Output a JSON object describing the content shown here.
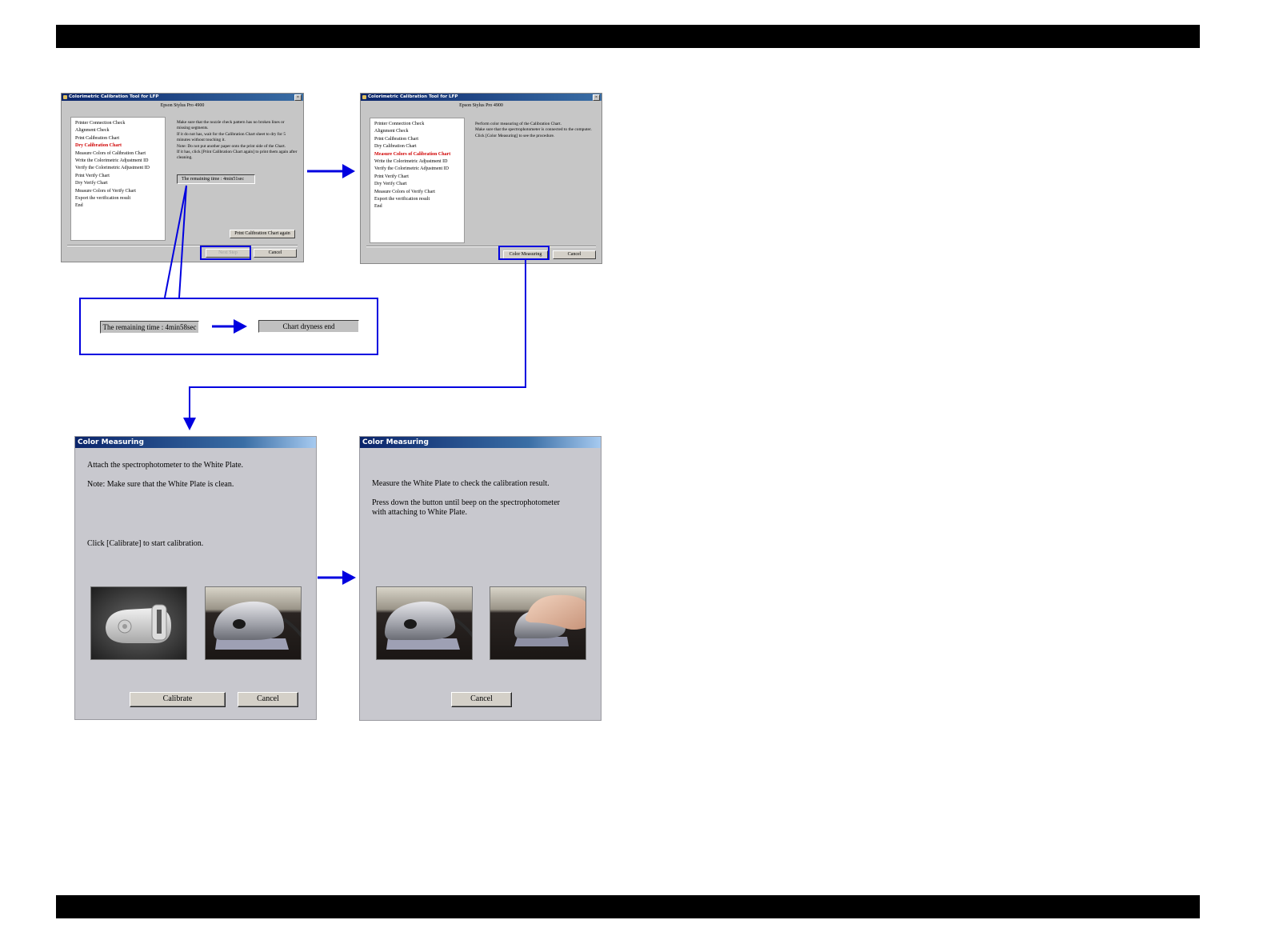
{
  "window1": {
    "title": "Colorimetric Calibration Tool for LFP",
    "close_glyph": "×",
    "model": "Epson Stylus Pro 4900",
    "steps": [
      {
        "label": "Printer Connection Check",
        "active": false
      },
      {
        "label": "Alignment Check",
        "active": false
      },
      {
        "label": "Print Calibration Chart",
        "active": false
      },
      {
        "label": "Dry Calibration Chart",
        "active": true
      },
      {
        "label": "Measure Colors of Calibration Chart",
        "active": false
      },
      {
        "label": "Write the Colorimetric Adjustment ID",
        "active": false
      },
      {
        "label": "Verify the Colorimetric Adjustment ID",
        "active": false
      },
      {
        "label": "Print Verify Chart",
        "active": false
      },
      {
        "label": "Dry Verify Chart",
        "active": false
      },
      {
        "label": "Measure Colors of Verify Chart",
        "active": false
      },
      {
        "label": "Export the verification result",
        "active": false
      },
      {
        "label": "End",
        "active": false
      }
    ],
    "instruction": "Make sure that the nozzle check pattern has no broken lines or missing segments.\nIf it do not has, wait for the Calibration Chart sheet to dry for 5 minutes without touching it.\nNote: Do not put another paper onto the print side of the Chart.\n   If it has, click [Print Calibration Chart again] to print them again after cleaning.",
    "timer": "The remaining time : 4min51sec",
    "print_again_button": "Print Calibration Chart again",
    "next_button": "Next Step",
    "cancel_button": "Cancel"
  },
  "window2": {
    "title": "Colorimetric Calibration Tool for LFP",
    "close_glyph": "×",
    "model": "Epson Stylus Pro 4900",
    "steps": [
      {
        "label": "Printer Connection Check",
        "active": false
      },
      {
        "label": "Alignment Check",
        "active": false
      },
      {
        "label": "Print Calibration Chart",
        "active": false
      },
      {
        "label": "Dry Calibration Chart",
        "active": false
      },
      {
        "label": "Measure Colors of Calibration Chart",
        "active": true
      },
      {
        "label": "Write the Colorimetric Adjustment ID",
        "active": false
      },
      {
        "label": "Verify the Colorimetric Adjustment ID",
        "active": false
      },
      {
        "label": "Print Verify Chart",
        "active": false
      },
      {
        "label": "Dry Verify Chart",
        "active": false
      },
      {
        "label": "Measure Colors of Verify Chart",
        "active": false
      },
      {
        "label": "Export the verification result",
        "active": false
      },
      {
        "label": "End",
        "active": false
      }
    ],
    "instruction": "Perform color measuring of the Calibration Chart.\nMake sure that the spectrophotometer is connected to the computer.\nClick [Color Measuring] to see the procedure.",
    "color_measuring_button": "Color Measuring",
    "cancel_button": "Cancel"
  },
  "callout": {
    "before": "The remaining time : 4min58sec",
    "after": "Chart dryness end"
  },
  "dialog1": {
    "title": "Color Measuring",
    "line1": "Attach the spectrophotometer to the White Plate.",
    "line2": "Note: Make sure that the White Plate is clean.",
    "line3": "Click [Calibrate] to start calibration.",
    "calibrate_button": "Calibrate",
    "cancel_button": "Cancel"
  },
  "dialog2": {
    "title": "Color Measuring",
    "line1": "Measure the White Plate to check the calibration result.",
    "line2": "Press down the button until beep on the spectrophotometer\nwith attaching to White Plate.",
    "cancel_button": "Cancel"
  },
  "colors": {
    "accent_blue": "#0000e0",
    "active_step": "#d00000",
    "header_bar": "#000000"
  }
}
